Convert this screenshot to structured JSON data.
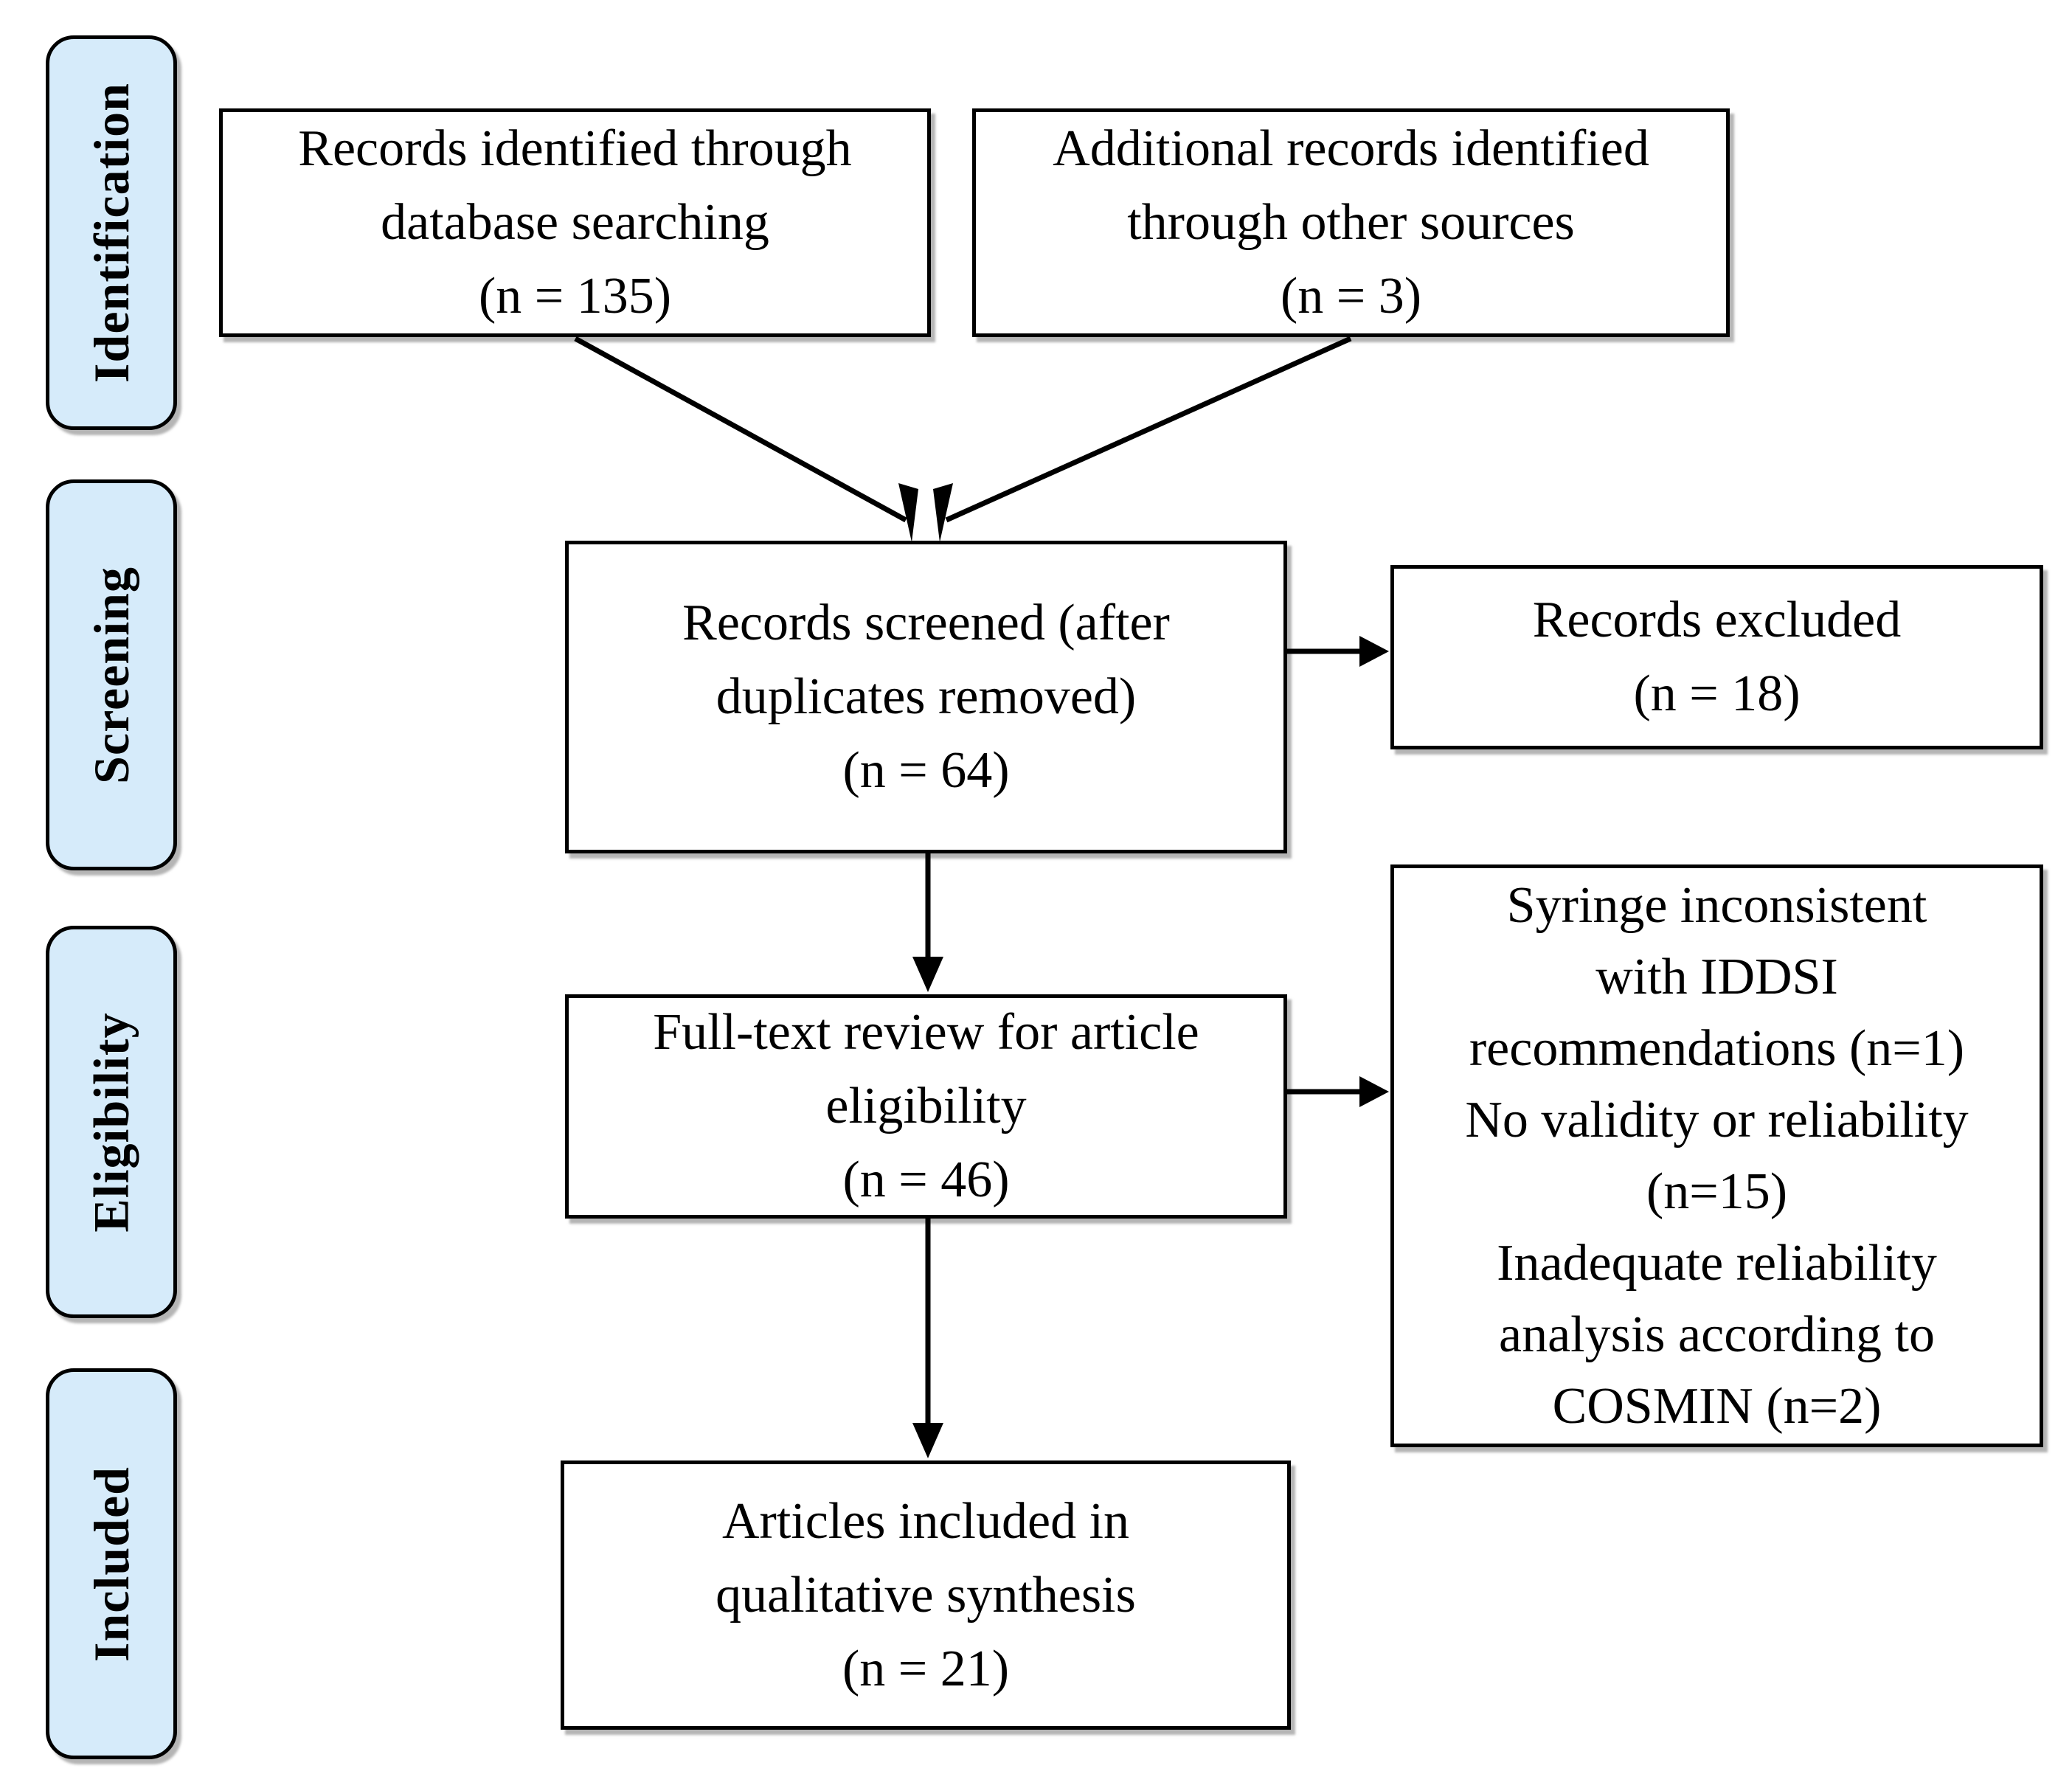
{
  "sidebar": {
    "stages": [
      {
        "label": "Identification"
      },
      {
        "label": "Screening"
      },
      {
        "label": "Eligibility"
      },
      {
        "label": "Included"
      }
    ]
  },
  "nodes": {
    "records_identified": {
      "n": 135,
      "lines": [
        "Records identified through",
        "database searching",
        "(n = 135)"
      ]
    },
    "additional_records": {
      "n": 3,
      "lines": [
        "Additional records identified",
        "through other sources",
        "(n = 3)"
      ]
    },
    "records_screened": {
      "n": 64,
      "lines": [
        "Records screened (after",
        "duplicates removed)",
        "(n = 64)"
      ]
    },
    "records_excluded": {
      "n": 18,
      "lines": [
        "Records excluded",
        "(n = 18)"
      ]
    },
    "fulltext_review": {
      "n": 46,
      "lines": [
        "Full-text review for article",
        "eligibility",
        "(n = 46)"
      ]
    },
    "exclusion_reasons": {
      "reasons": [
        "Syringe inconsistent with IDDSI recommendations (n=1)",
        "No validity or reliability (n=15)",
        "Inadequate reliability analysis according to COSMIN (n=2)"
      ],
      "lines": [
        "Syringe inconsistent",
        "with IDDSI",
        "recommendations (n=1)",
        "No validity or reliability",
        "(n=15)",
        "Inadequate reliability",
        "analysis according to",
        "COSMIN (n=2)"
      ]
    },
    "articles_included": {
      "n": 21,
      "lines": [
        "Articles included in",
        "qualitative synthesis",
        "(n = 21)"
      ]
    }
  },
  "colors": {
    "stage_fill": "#d6ebfa",
    "border": "#000000",
    "background": "#ffffff"
  }
}
